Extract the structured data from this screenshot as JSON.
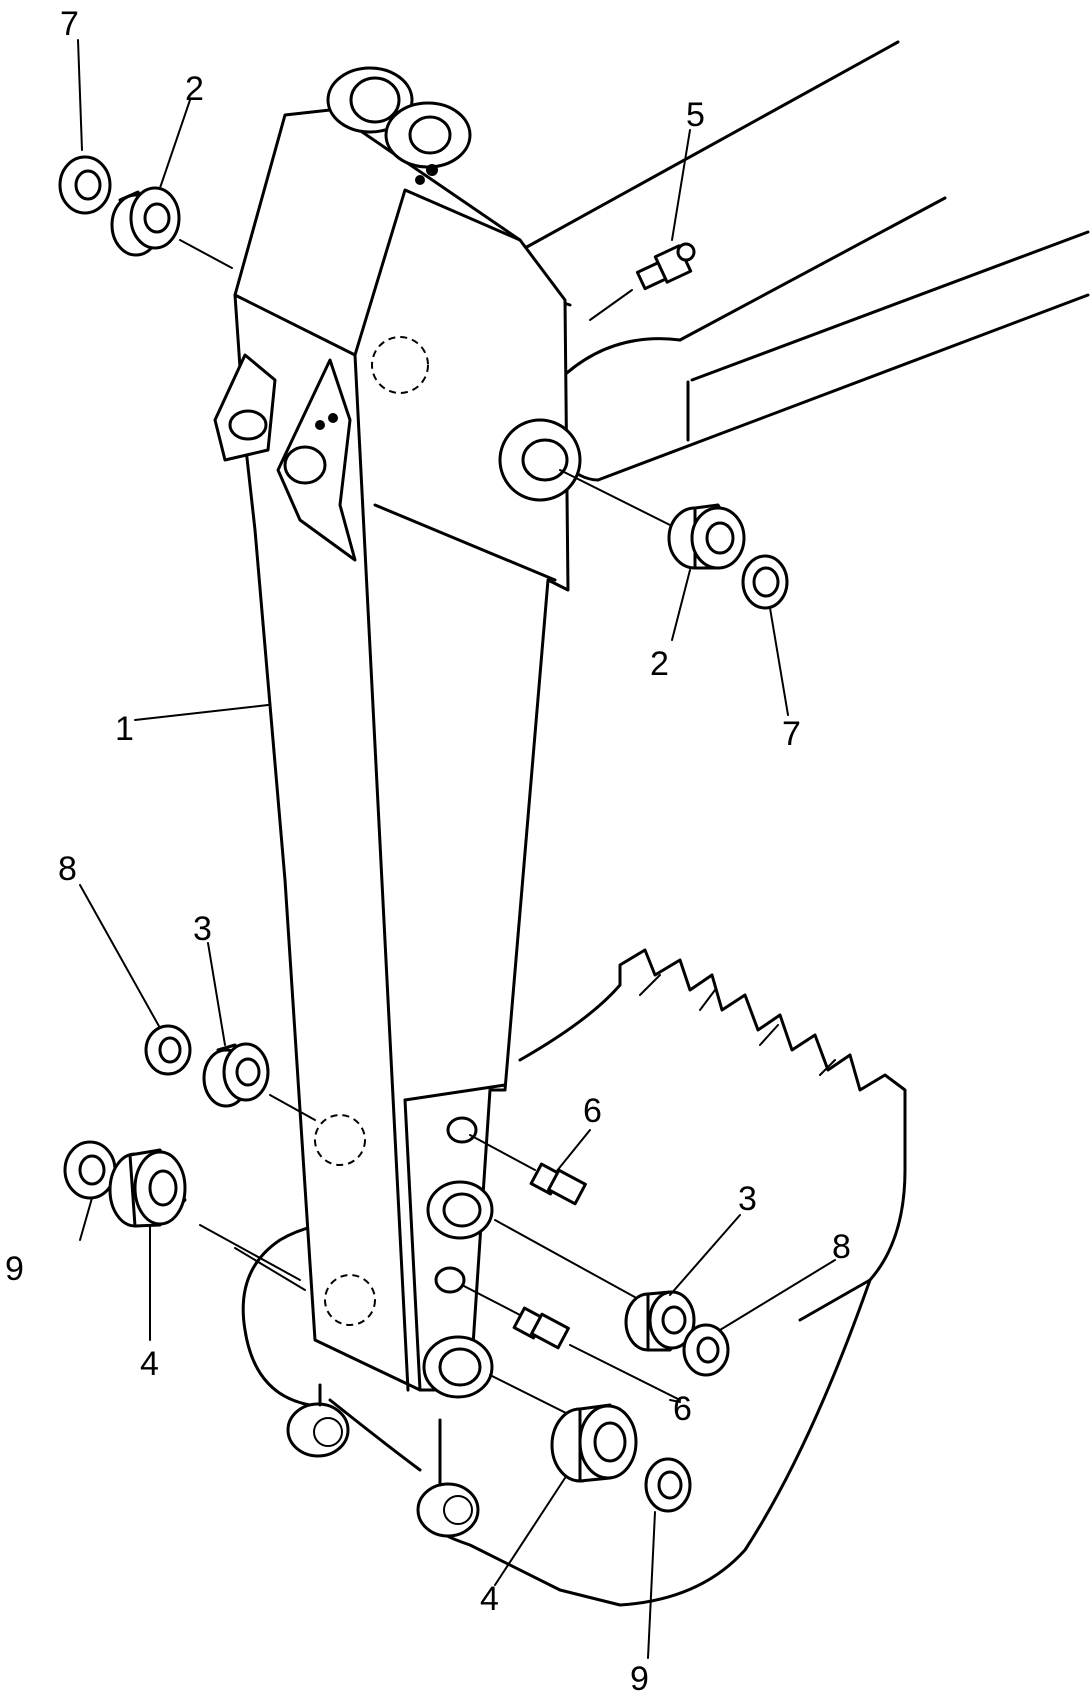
{
  "callouts": {
    "c1": "1",
    "c2a": "2",
    "c2b": "2",
    "c3a": "3",
    "c3b": "3",
    "c4a": "4",
    "c4b": "4",
    "c5": "5",
    "c6a": "6",
    "c6b": "6",
    "c7a": "7",
    "c7b": "7",
    "c8a": "8",
    "c8b": "8",
    "c9a": "9",
    "c9b": "9"
  }
}
